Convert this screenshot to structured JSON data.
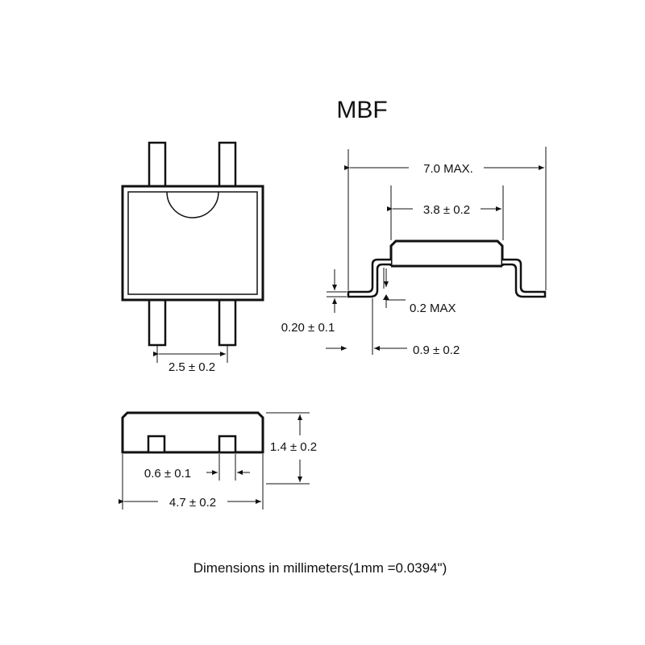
{
  "title": "MBF",
  "top_view": {
    "pin_pitch": "2.5 ± 0.2"
  },
  "side_view": {
    "overall_length": "7.0 MAX.",
    "body_length": "3.8 ± 0.2",
    "lead_thickness": "0.20 ± 0.1",
    "standoff": "0.2 MAX",
    "lead_length": "0.9 ± 0.2"
  },
  "front_view": {
    "height": "1.4 ± 0.2",
    "lead_width": "0.6 ± 0.1",
    "body_width": "4.7 ± 0.2"
  },
  "footnote": "Dimensions in millimeters(1mm =0.0394\")"
}
